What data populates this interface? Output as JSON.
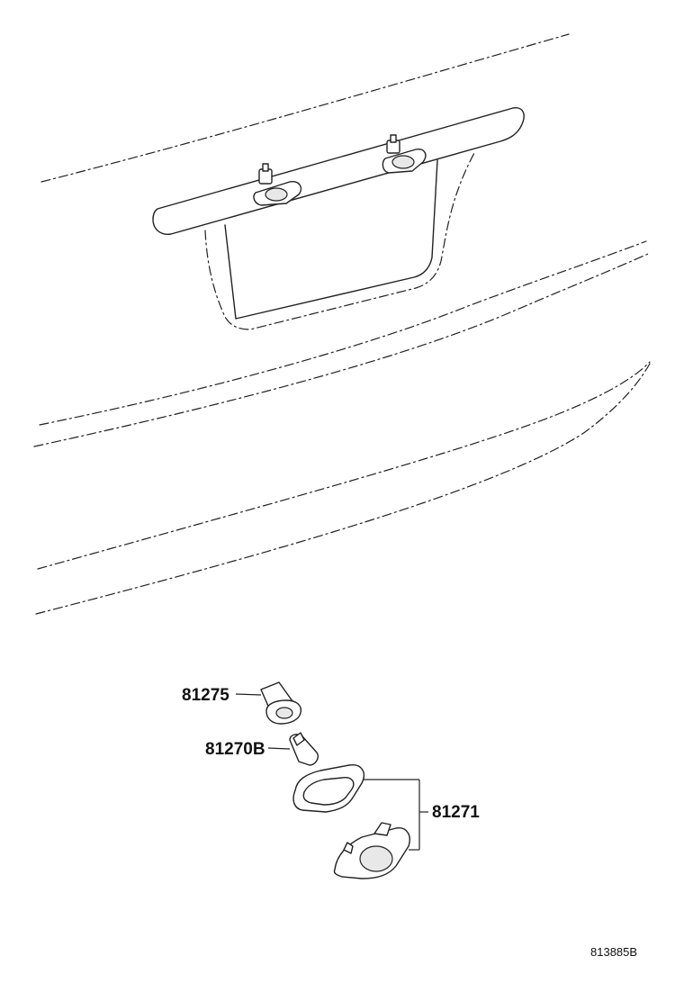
{
  "parts": [
    {
      "id": "bulb-socket",
      "number": "81275"
    },
    {
      "id": "bulb",
      "number": "81270B"
    },
    {
      "id": "lamp-assembly",
      "number": "81271"
    }
  ],
  "figure_code": "813885B"
}
